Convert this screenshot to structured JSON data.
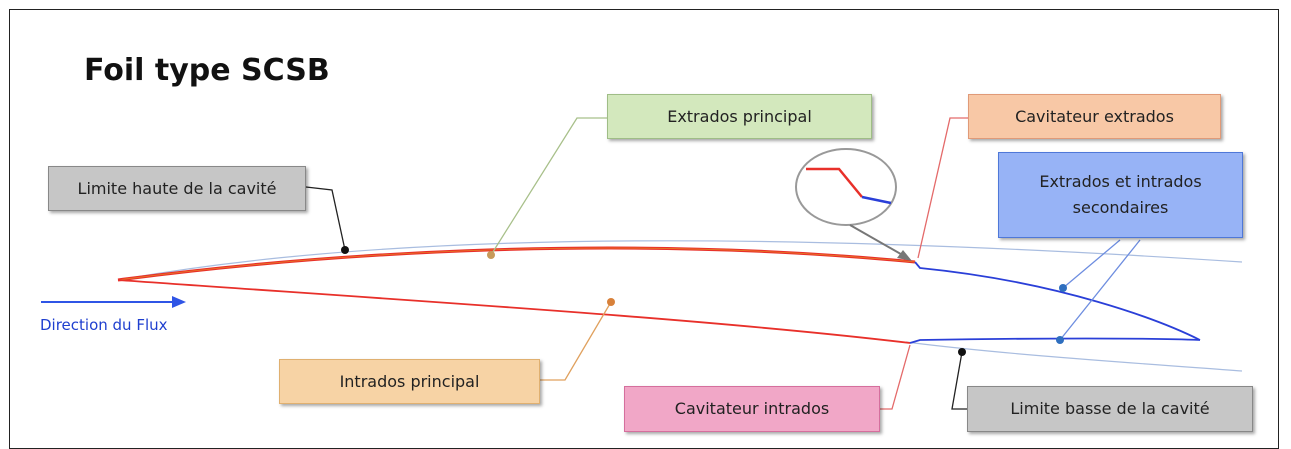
{
  "title": "Foil type SCSB",
  "flow_label": "Direction du Flux",
  "labels": {
    "limite_haute": "Limite haute de la cavité",
    "extrados_principal": "Extrados principal",
    "cavitateur_extrados": "Cavitateur extrados",
    "extrados_intrados_secondaires_line1": "Extrados et intrados",
    "extrados_intrados_secondaires_line2": "secondaires",
    "intrados_principal": "Intrados principal",
    "cavitateur_intrados": "Cavitateur intrados",
    "limite_basse": "Limite basse de la cavité"
  },
  "colors": {
    "principal_surface": "#e8302a",
    "secondary_surface": "#2a3fd8",
    "cavity_boundary": "#a9bde0",
    "flow_arrow": "#2f55e6",
    "box_gray": "#c6c6c6",
    "box_green": "#d3e8bd",
    "box_orange": "#f8c8a6",
    "box_tan": "#f7d3a5",
    "box_blue": "#97b3f6",
    "box_pink": "#f1a7c7"
  }
}
